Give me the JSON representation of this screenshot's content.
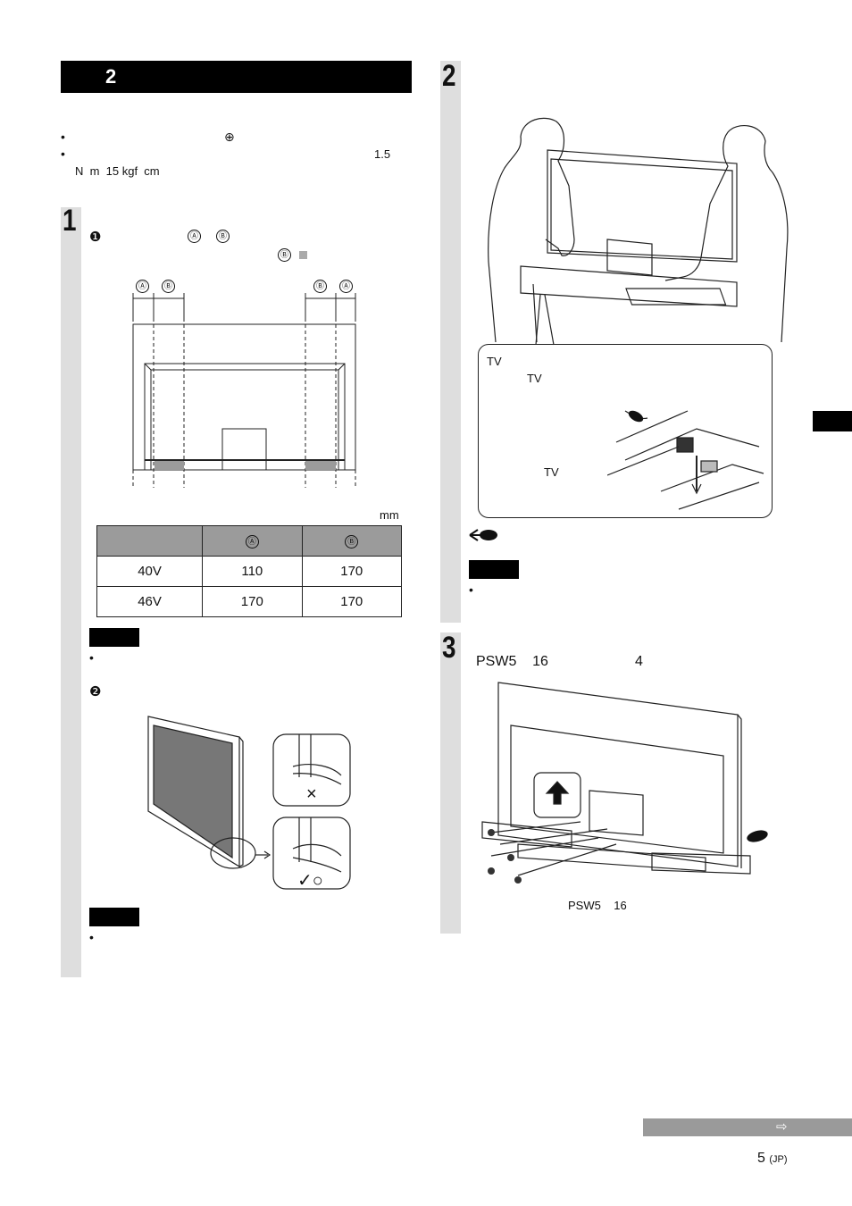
{
  "section": {
    "number": "2"
  },
  "intro_bullets": [
    {
      "symbol": "⊕"
    },
    {
      "torque_a": "1.5",
      "torque_b": "N  m  15 kgf  cm"
    }
  ],
  "step1": {
    "number": "1",
    "sub1_marker": "❶",
    "sub1_labels": [
      "Ⓐ",
      "Ⓑ",
      "Ⓑ"
    ],
    "diagram_labels": [
      "Ⓐ",
      "Ⓑ",
      "Ⓑ",
      "Ⓐ"
    ],
    "unit": "mm",
    "table": {
      "headers": [
        "",
        "Ⓐ",
        "Ⓑ"
      ],
      "rows": [
        [
          "40V",
          "110",
          "170"
        ],
        [
          "46V",
          "170",
          "170"
        ]
      ]
    },
    "sub2_marker": "❷",
    "wrong_mark": "×",
    "right_mark": "✓○"
  },
  "step2": {
    "number": "2",
    "callout_tv_1": "TV",
    "callout_tv_2": "TV",
    "callout_tv_3": "TV"
  },
  "step3": {
    "number": "3",
    "screw_spec": "PSW5    16",
    "screw_count": "4",
    "screw_label": "PSW5    16"
  },
  "footer": {
    "arrow": "⇨",
    "page": "5",
    "page_suffix": "(JP)"
  },
  "colors": {
    "strip": "#dedede",
    "badge": "#000000",
    "table_header": "#9b9b9b",
    "footer_bar": "#9a9a9a"
  }
}
